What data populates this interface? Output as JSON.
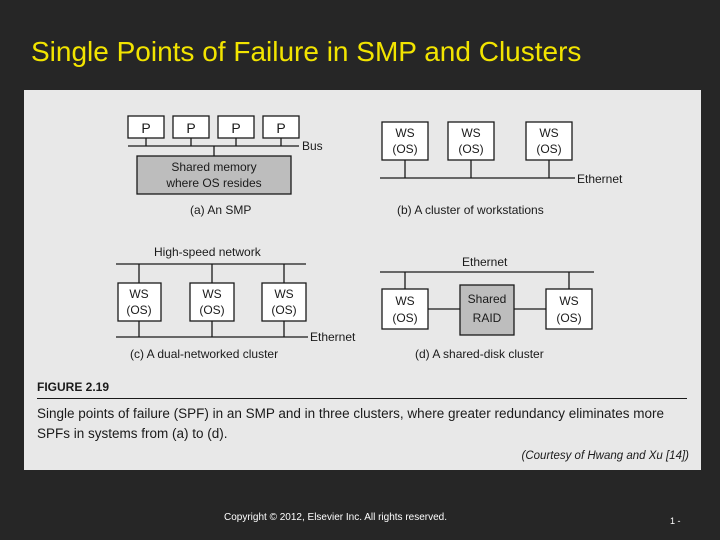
{
  "slide": {
    "title": "Single Points of Failure in SMP and Clusters",
    "footer": "Copyright © 2012, Elsevier Inc. All rights reserved.",
    "page_number": "1 -"
  },
  "figure": {
    "smp": {
      "processors": [
        "P",
        "P",
        "P",
        "P"
      ],
      "bus_label": "Bus",
      "memory_line1": "Shared memory",
      "memory_line2": "where OS resides",
      "caption": "(a) An SMP"
    },
    "workstations": {
      "nodes": [
        [
          "WS",
          "(OS)"
        ],
        [
          "WS",
          "(OS)"
        ],
        [
          "WS",
          "(OS)"
        ]
      ],
      "network_label": "Ethernet",
      "caption": "(b) A cluster of workstations"
    },
    "dual": {
      "top_label": "High-speed network",
      "nodes": [
        [
          "WS",
          "(OS)"
        ],
        [
          "WS",
          "(OS)"
        ],
        [
          "WS",
          "(OS)"
        ]
      ],
      "bottom_label": "Ethernet",
      "caption": "(c) A dual-networked cluster"
    },
    "shared_disk": {
      "top_label": "Ethernet",
      "left_node": [
        "WS",
        "(OS)"
      ],
      "raid": [
        "Shared",
        "RAID"
      ],
      "right_node": [
        "WS",
        "(OS)"
      ],
      "caption": "(d) A shared-disk cluster"
    },
    "figure_label": "FIGURE 2.19",
    "caption_text": "Single points of failure (SPF) in an SMP and in three clusters, where greater redundancy eliminates more SPFs in systems from (a) to (d).",
    "courtesy": "(Courtesy of Hwang and Xu [14])",
    "colors": {
      "title": "#f2e400",
      "background": "#262626",
      "figure_bg": "#e8e8e8",
      "shaded_box": "#bdbdbd"
    }
  }
}
